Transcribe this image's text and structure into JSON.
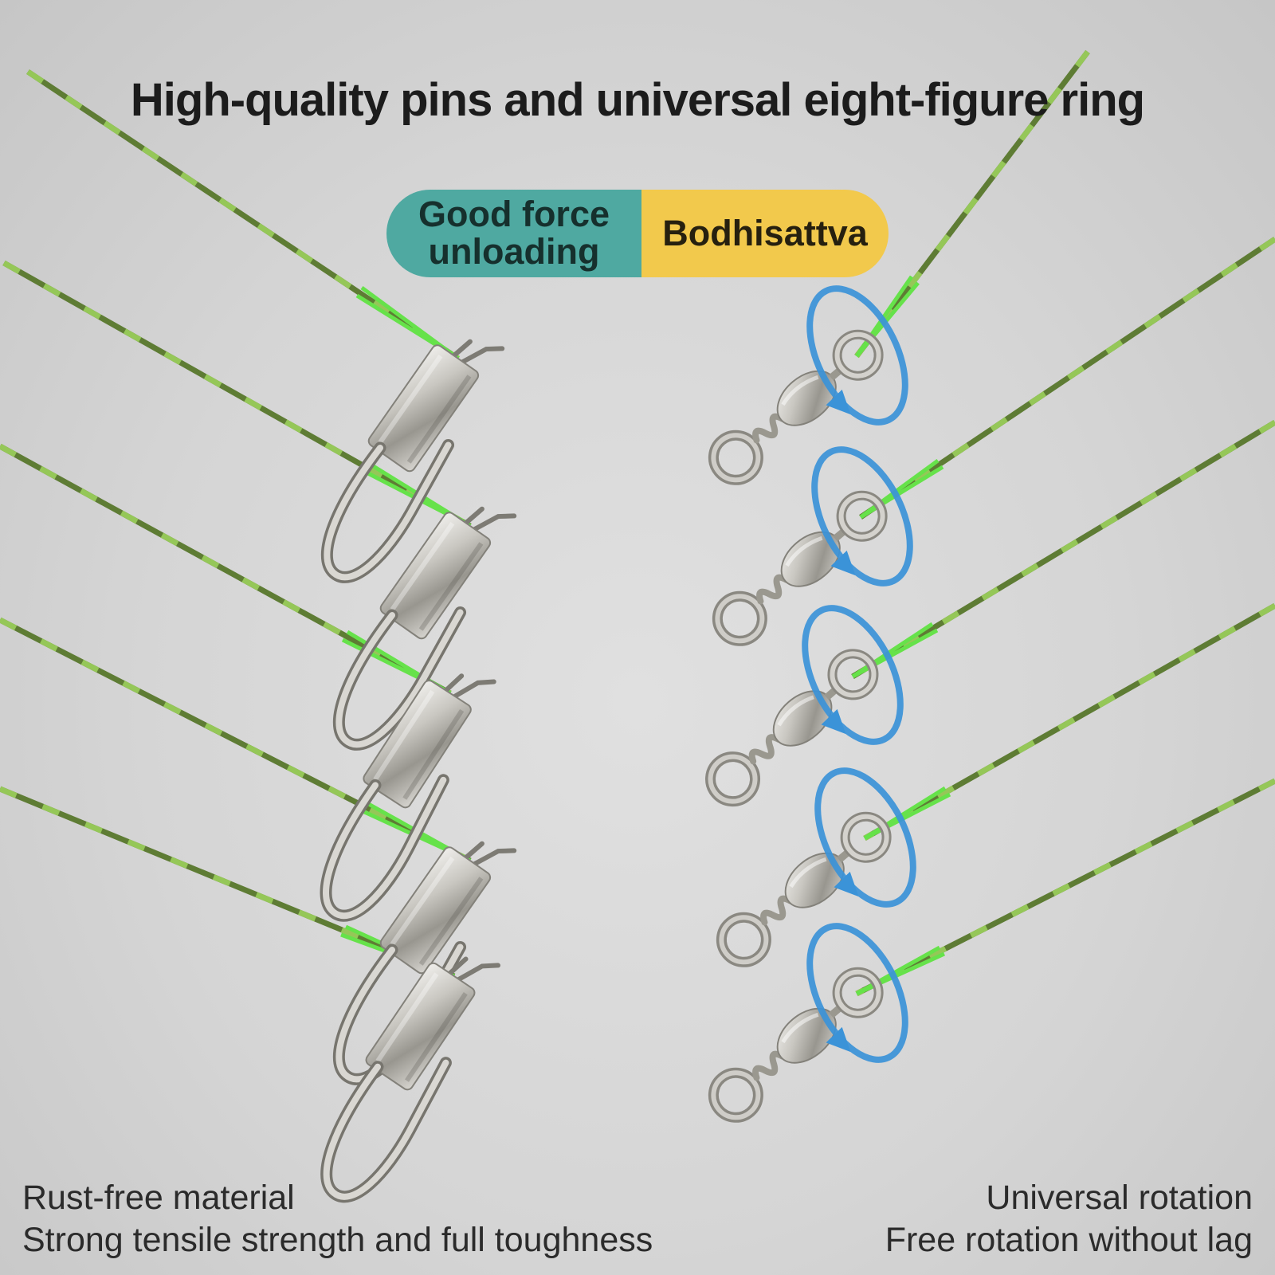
{
  "title": "High-quality pins and universal eight-figure ring",
  "badge": {
    "teal_label_line1": "Good force",
    "teal_label_line2": "unloading",
    "teal_color": "#4fa9a1",
    "yellow_label": "Bodhisattva",
    "yellow_color": "#f2c94c"
  },
  "captions": {
    "left_line1": "Rust-free material",
    "left_line2": "Strong tensile strength and full toughness",
    "right_line1": "Universal rotation",
    "right_line2": "Free rotation without lag"
  },
  "colors": {
    "background_gray": "#d5d5d5",
    "line_olive": "#5e7c34",
    "line_green_light": "#95c758",
    "line_bright_green": "#66e24a",
    "rotation_arrow_blue": "#3b93d8",
    "metal_light": "#f0efec",
    "metal_dark": "#98968f",
    "text_dark": "#1c1c1c"
  },
  "icons": {
    "rotation_arrow": "ellipse-arrow-icon",
    "snap_clasp": "interlock-snap-icon",
    "barrel_swivel": "barrel-swivel-icon"
  }
}
